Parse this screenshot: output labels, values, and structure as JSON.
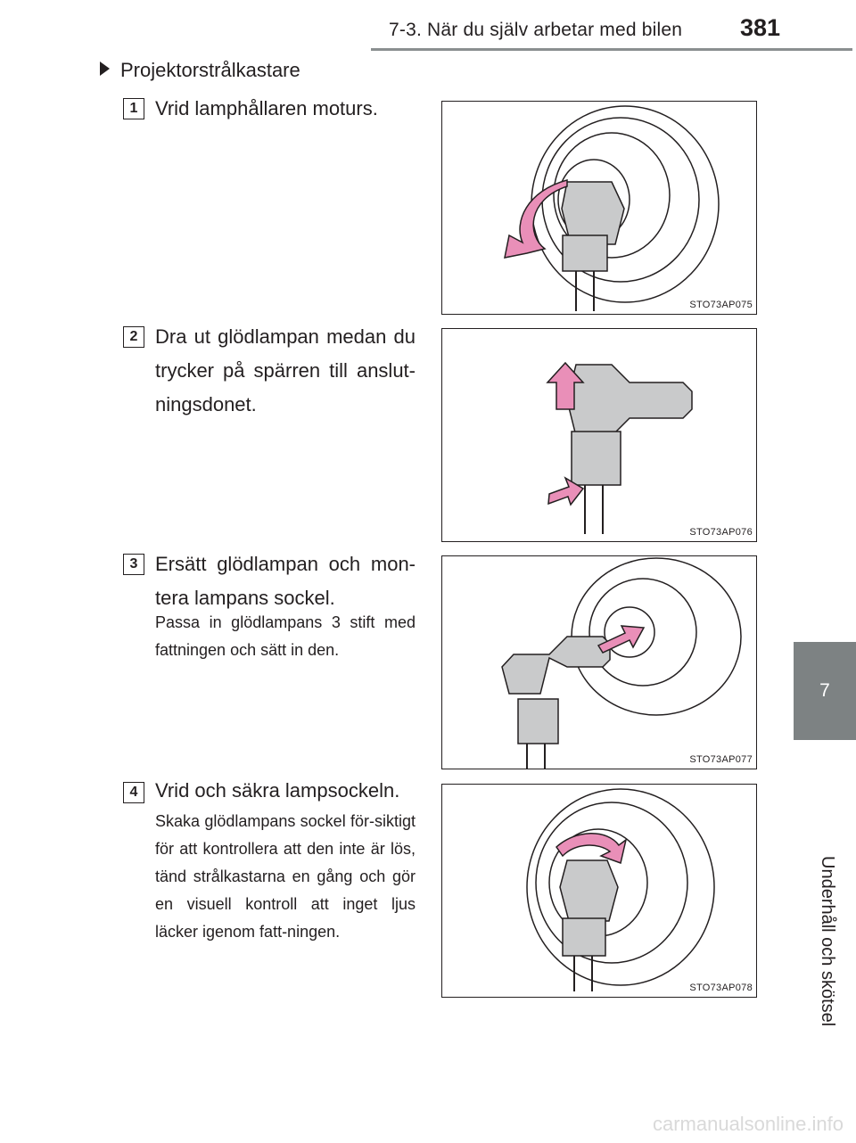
{
  "header": {
    "section": "7-3. När du själv arbetar med bilen",
    "page_number": "381"
  },
  "side_tab": {
    "chapter_number": "7",
    "chapter_title": "Underhåll och skötsel"
  },
  "section_title": "Projektorstrålkastare",
  "steps": [
    {
      "number": "1",
      "title": "Vrid lamphållaren moturs.",
      "note": "",
      "figure_code": "STO73AP075"
    },
    {
      "number": "2",
      "title": "Dra ut glödlampan medan du trycker på spärren till anslut-ningsdonet.",
      "note": "",
      "figure_code": "STO73AP076"
    },
    {
      "number": "3",
      "title": "Ersätt glödlampan och mon-tera lampans sockel.",
      "note": "Passa in glödlampans 3 stift med fattningen och sätt in den.",
      "figure_code": "STO73AP077"
    },
    {
      "number": "4",
      "title": "Vrid och säkra lampsockeln.",
      "note": "Skaka glödlampans sockel för-siktigt för att kontrollera att den inte är lös, tänd strålkastarna en gång och gör en visuell kontroll att inget ljus läcker igenom fatt-ningen.",
      "figure_code": "STO73AP078"
    }
  ],
  "watermark": "carmanualsonline.info",
  "colors": {
    "arrow": "#e98fb8",
    "tab": "#7d8283",
    "part_fill": "#c9cacb"
  }
}
